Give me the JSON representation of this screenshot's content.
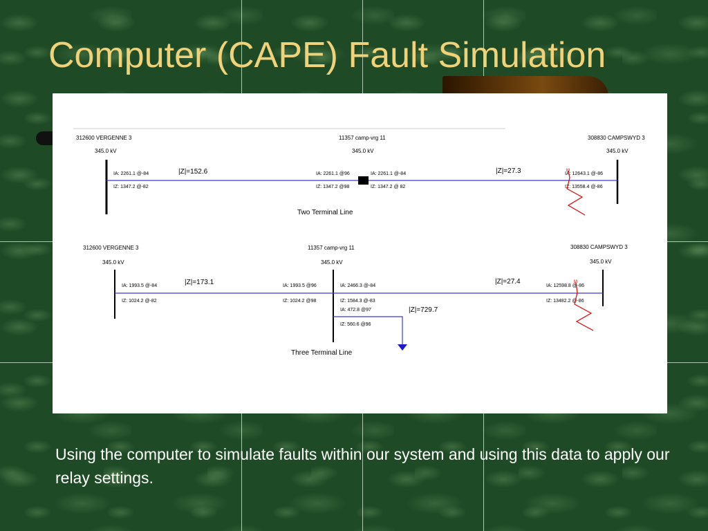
{
  "slide": {
    "title": "Computer (CAPE) Fault Simulation",
    "caption": "Using the computer to simulate faults within our system and using this data to apply our relay settings."
  },
  "colors": {
    "title": "#f0d27a",
    "line": "#3b3bd6",
    "fault": "#e00000",
    "bus": "#000000"
  },
  "two_terminal": {
    "caption": "Two Terminal Line",
    "bus_left": {
      "name": "312600 VERGENNE 3",
      "kv": "345.0 kV"
    },
    "bus_mid": {
      "name": "11357 camp-vrg 11",
      "kv": "345.0 kV"
    },
    "bus_right": {
      "name": "308830 CAMPSWYD 3",
      "kv": "345.0 kV"
    },
    "z_left": "|Z|=152.6",
    "z_right": "|Z|=27.3",
    "ia_left": "IA: 2261.1 @-84",
    "iz_left": "IZ: 1347.2 @-82",
    "ia_mid_left": "IA: 2261.1 @96",
    "iz_mid_left": "IZ: 1347.2 @98",
    "ia_mid_right": "IA: 2261.1 @-84",
    "iz_mid_right": "IZ: 1347.2 @ 82",
    "ia_right": "IA: 12643.1 @-86",
    "iz_right": "IZ: 13558.4 @-86",
    "fault_marker": "M"
  },
  "three_terminal": {
    "caption": "Three Terminal Line",
    "bus_left": {
      "name": "312600 VERGENNE 3",
      "kv": "345.0 kV"
    },
    "bus_mid": {
      "name": "11357 camp-vrg 11",
      "kv": "345.0 kV"
    },
    "bus_right": {
      "name": "308830 CAMPSWYD 3",
      "kv": "345.0 kV"
    },
    "z_left": "|Z|=173.1",
    "z_right": "|Z|=27.4",
    "z_tap": "|Z|=729.7",
    "ia_left": "IA: 1993.5 @-84",
    "iz_left": "IZ: 1024.2 @-82",
    "ia_mid_left": "IA: 1993.5 @96",
    "iz_mid_left": "IZ: 1024.2 @98",
    "ia_mid_right": "IA: 2466.3 @-84",
    "iz_mid_right": "IZ: 1584.3 @-83",
    "ia_tap": "IA: 472.8 @97",
    "iz_tap": "IZ: 560.6 @96",
    "ia_right": "IA: 12598.8 @-86",
    "iz_right": "IZ: 13482.2 @-86",
    "fault_marker": "M"
  }
}
